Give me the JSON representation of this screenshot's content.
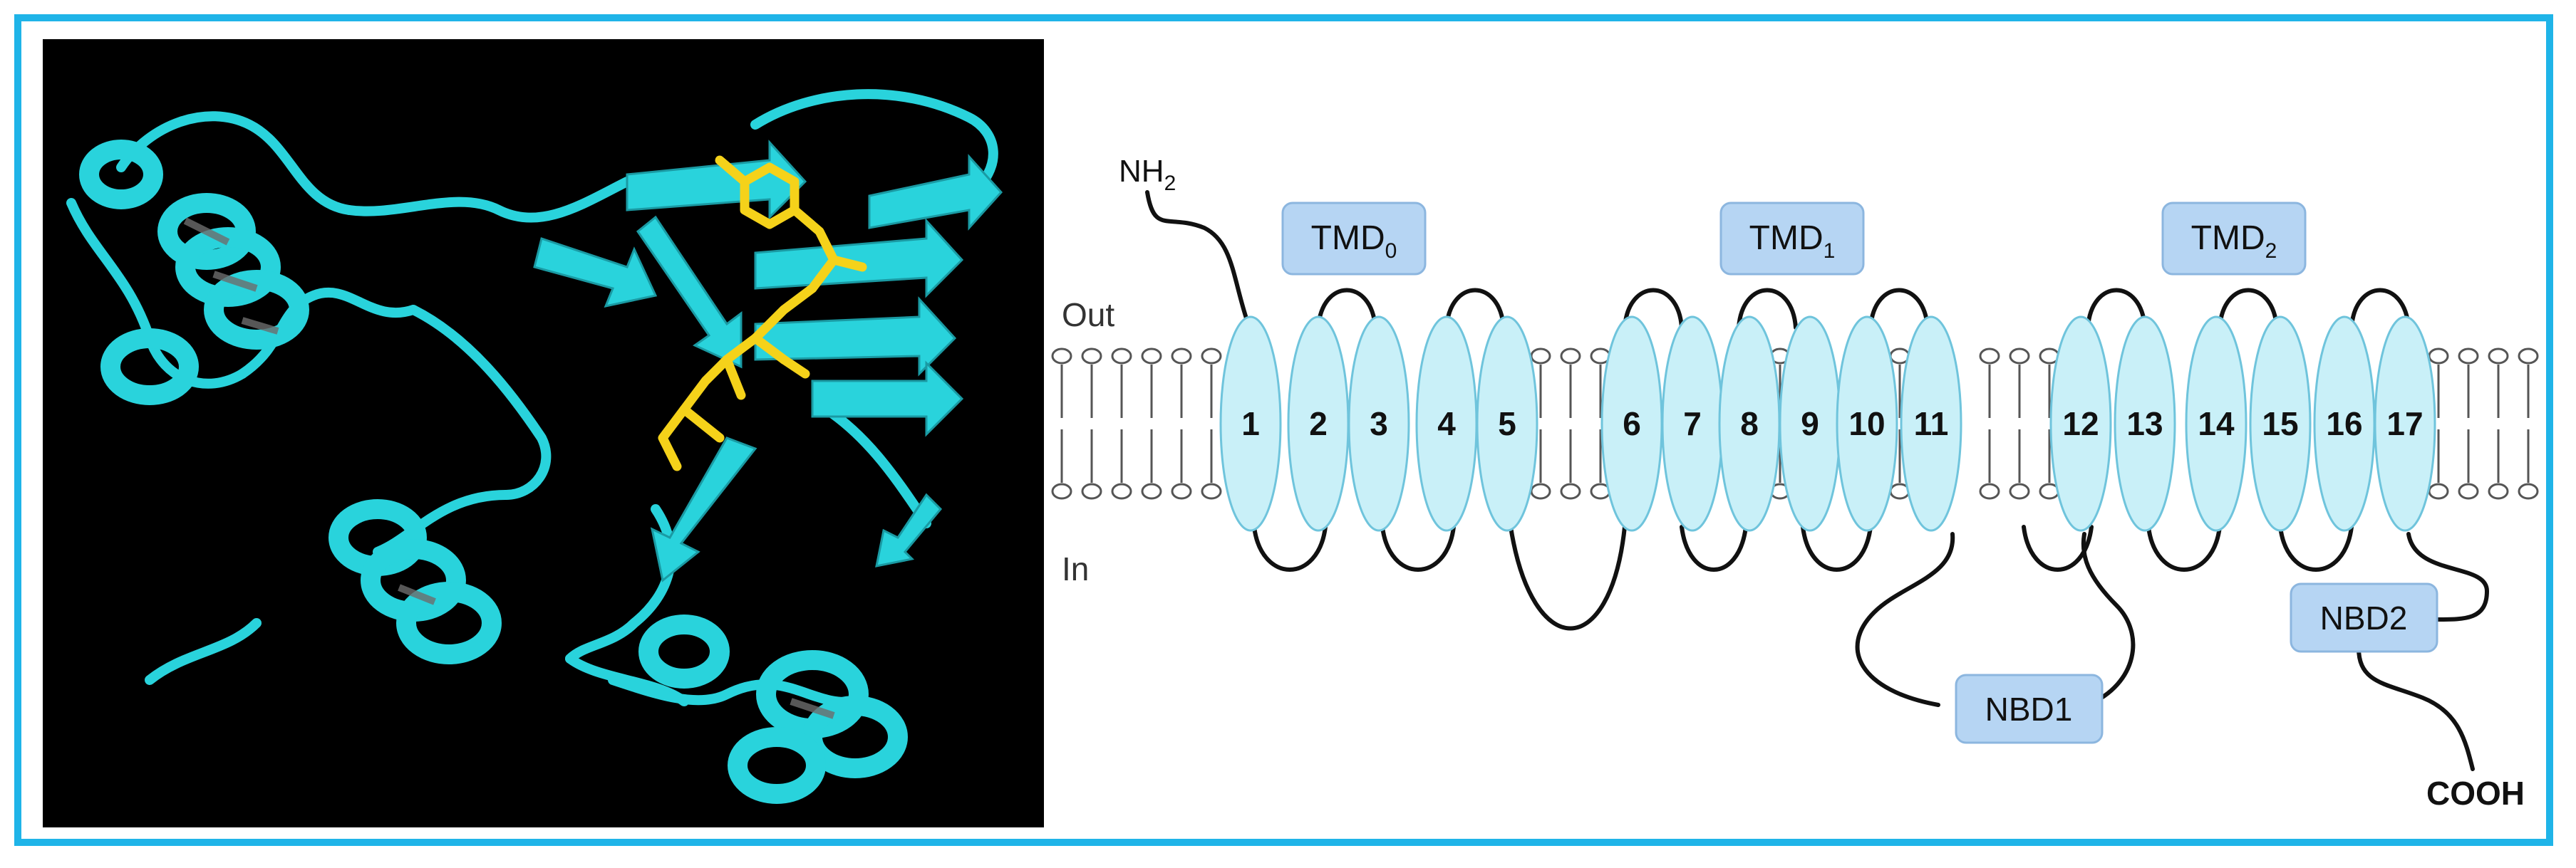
{
  "colors": {
    "frame": "#1fb4e8",
    "ribbon": "#29d3dc",
    "ribbon_shadow": "#6d6d6d",
    "ligand": "#f5d21a",
    "helix_fill": "#c9f0f8",
    "domain_box": "#b6d5f3"
  },
  "protein_panel": {
    "icon": "protein-ribbon-structure"
  },
  "topology": {
    "n_terminus": "NH",
    "n_terminus_sub": "2",
    "c_terminus": "COOH",
    "side_out": "Out",
    "side_in": "In",
    "domains": [
      {
        "label": "TMD",
        "sub": "0"
      },
      {
        "label": "TMD",
        "sub": "1"
      },
      {
        "label": "TMD",
        "sub": "2"
      }
    ],
    "nbd": [
      "NBD1",
      "NBD2"
    ],
    "helices": [
      "1",
      "2",
      "3",
      "4",
      "5",
      "6",
      "7",
      "8",
      "9",
      "10",
      "11",
      "12",
      "13",
      "14",
      "15",
      "16",
      "17"
    ]
  }
}
